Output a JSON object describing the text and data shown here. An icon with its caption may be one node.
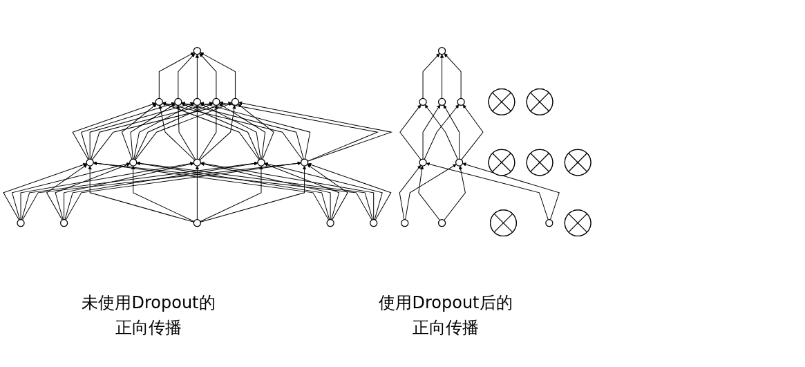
{
  "diagram": {
    "nodes": [
      {
        "text": [],
        "shape": "circle"
      },
      {
        "text": [],
        "shape": "circle"
      },
      {
        "text": [],
        "shape": "circle"
      },
      {
        "text": [],
        "shape": "circle"
      },
      {
        "text": [],
        "shape": "circle"
      },
      {
        "text": [],
        "shape": "circle"
      },
      {
        "text": [],
        "shape": "circle"
      },
      {
        "text": [],
        "shape": "circle"
      },
      {
        "text": [],
        "shape": "circle"
      },
      {
        "text": [],
        "shape": "circle"
      },
      {
        "text": [],
        "shape": "circle"
      },
      {
        "text": [],
        "shape": "circle"
      },
      {
        "text": [],
        "shape": "circle"
      },
      {
        "text": [],
        "shape": "circle"
      },
      {
        "text": [],
        "shape": "circle"
      },
      {
        "text": [],
        "shape": "circle"
      },
      {
        "text": [],
        "shape": "circle"
      },
      {
        "text": [],
        "shape": "circle"
      },
      {
        "text": [],
        "shape": "crossed-circle"
      },
      {
        "text": [],
        "shape": "circle"
      },
      {
        "text": [],
        "shape": "crossed-circle"
      },
      {
        "text": [],
        "shape": "circle"
      },
      {
        "text": [],
        "shape": "crossed-circle"
      },
      {
        "text": [],
        "shape": "circle"
      },
      {
        "text": [],
        "shape": "crossed-circle"
      },
      {
        "text": [],
        "shape": "crossed-circle"
      },
      {
        "text": [],
        "shape": "circle"
      },
      {
        "text": [],
        "shape": "circle"
      },
      {
        "text": [],
        "shape": "crossed-circle"
      },
      {
        "text": [],
        "shape": "crossed-circle"
      },
      {
        "text": [],
        "shape": "circle"
      },
      {
        "text": [],
        "shape": "circle"
      }
    ],
    "edges": [
      {
        "from": 11,
        "to": 6,
        "arrow": "to"
      },
      {
        "from": 11,
        "to": 7,
        "arrow": "to"
      },
      {
        "from": 11,
        "to": 8,
        "arrow": "to"
      },
      {
        "from": 11,
        "to": 9,
        "arrow": "to"
      },
      {
        "from": 11,
        "to": 10,
        "arrow": "to"
      },
      {
        "from": 12,
        "to": 6,
        "arrow": "to"
      },
      {
        "from": 12,
        "to": 7,
        "arrow": "to"
      },
      {
        "from": 12,
        "to": 8,
        "arrow": "to"
      },
      {
        "from": 12,
        "to": 9,
        "arrow": "to"
      },
      {
        "from": 12,
        "to": 10,
        "arrow": "to"
      },
      {
        "from": 13,
        "to": 6,
        "arrow": "to"
      },
      {
        "from": 13,
        "to": 7,
        "arrow": "to"
      },
      {
        "from": 13,
        "to": 8,
        "arrow": "to"
      },
      {
        "from": 13,
        "to": 9,
        "arrow": "to"
      },
      {
        "from": 13,
        "to": 10,
        "arrow": "to"
      },
      {
        "from": 14,
        "to": 6,
        "arrow": "to"
      },
      {
        "from": 14,
        "to": 7,
        "arrow": "to"
      },
      {
        "from": 14,
        "to": 8,
        "arrow": "to"
      },
      {
        "from": 14,
        "to": 9,
        "arrow": "to"
      },
      {
        "from": 14,
        "to": 10,
        "arrow": "to"
      },
      {
        "from": 15,
        "to": 6,
        "arrow": "to"
      },
      {
        "from": 15,
        "to": 7,
        "arrow": "to"
      },
      {
        "from": 15,
        "to": 8,
        "arrow": "to"
      },
      {
        "from": 15,
        "to": 9,
        "arrow": "to"
      },
      {
        "from": 15,
        "to": 10,
        "arrow": "to"
      },
      {
        "from": 6,
        "to": 1,
        "arrow": "to"
      },
      {
        "from": 6,
        "to": 2,
        "arrow": "to"
      },
      {
        "from": 6,
        "to": 3,
        "arrow": "to"
      },
      {
        "from": 6,
        "to": 4,
        "arrow": "to"
      },
      {
        "from": 6,
        "to": 5,
        "arrow": "to"
      },
      {
        "from": 7,
        "to": 1,
        "arrow": "to"
      },
      {
        "from": 7,
        "to": 2,
        "arrow": "to"
      },
      {
        "from": 7,
        "to": 3,
        "arrow": "to"
      },
      {
        "from": 7,
        "to": 4,
        "arrow": "to"
      },
      {
        "from": 7,
        "to": 5,
        "arrow": "to"
      },
      {
        "from": 8,
        "to": 1,
        "arrow": "to"
      },
      {
        "from": 8,
        "to": 2,
        "arrow": "to"
      },
      {
        "from": 8,
        "to": 3,
        "arrow": "to"
      },
      {
        "from": 8,
        "to": 4,
        "arrow": "to"
      },
      {
        "from": 8,
        "to": 5,
        "arrow": "to"
      },
      {
        "from": 9,
        "to": 1,
        "arrow": "to"
      },
      {
        "from": 9,
        "to": 2,
        "arrow": "to"
      },
      {
        "from": 9,
        "to": 3,
        "arrow": "to"
      },
      {
        "from": 9,
        "to": 4,
        "arrow": "to"
      },
      {
        "from": 9,
        "to": 5,
        "arrow": "to"
      },
      {
        "from": 10,
        "to": 1,
        "arrow": "to"
      },
      {
        "from": 10,
        "to": 2,
        "arrow": "to"
      },
      {
        "from": 10,
        "to": 3,
        "arrow": "to"
      },
      {
        "from": 10,
        "to": 4,
        "arrow": "to"
      },
      {
        "from": 10,
        "to": 5,
        "arrow": "to"
      },
      {
        "from": 1,
        "to": 0,
        "arrow": "to"
      },
      {
        "from": 2,
        "to": 0,
        "arrow": "to"
      },
      {
        "from": 3,
        "to": 0,
        "arrow": "to"
      },
      {
        "from": 4,
        "to": 0,
        "arrow": "to"
      },
      {
        "from": 5,
        "to": 0,
        "arrow": "to"
      },
      {
        "from": 27,
        "to": 23,
        "arrow": "to"
      },
      {
        "from": 27,
        "to": 26,
        "arrow": "to"
      },
      {
        "from": 30,
        "to": 23,
        "arrow": "to"
      },
      {
        "from": 30,
        "to": 26,
        "arrow": "to"
      },
      {
        "from": 31,
        "to": 23,
        "arrow": "to"
      },
      {
        "from": 31,
        "to": 26,
        "arrow": "to"
      },
      {
        "from": 23,
        "to": 17,
        "arrow": "to"
      },
      {
        "from": 23,
        "to": 19,
        "arrow": "to"
      },
      {
        "from": 23,
        "to": 21,
        "arrow": "to"
      },
      {
        "from": 26,
        "to": 17,
        "arrow": "to"
      },
      {
        "from": 26,
        "to": 19,
        "arrow": "to"
      },
      {
        "from": 26,
        "to": 21,
        "arrow": "to"
      },
      {
        "from": 17,
        "to": 16,
        "arrow": "to"
      },
      {
        "from": 19,
        "to": 16,
        "arrow": "to"
      },
      {
        "from": 21,
        "to": 16,
        "arrow": "to"
      }
    ],
    "labels": [
      "未使用Dropout的正向传播",
      "使用Dropout后的正向传播"
    ]
  }
}
